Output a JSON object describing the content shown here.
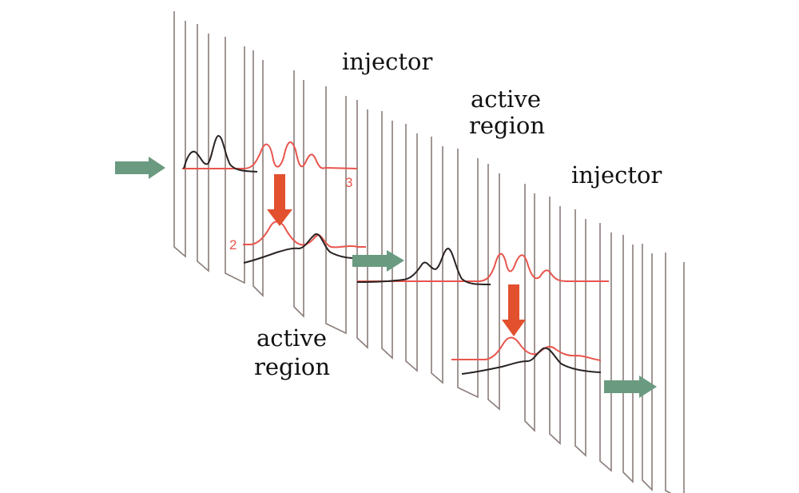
{
  "labels": {
    "injector_1": "injector",
    "active_region_1_line1": "active",
    "active_region_1_line2": "region",
    "injector_2": "injector",
    "active_region_2_line1": "active",
    "active_region_2_line2": "region",
    "level_upper": "3",
    "level_lower": "2"
  },
  "colors": {
    "barrier_outline": "#8a7d7a",
    "upper_wavefunction": "#e8554d",
    "lower_wavefunction": "#2a2323",
    "transition_arrow": "#e2502e",
    "electron_flow_arrow": "#6a9a80",
    "text": "#111111"
  }
}
